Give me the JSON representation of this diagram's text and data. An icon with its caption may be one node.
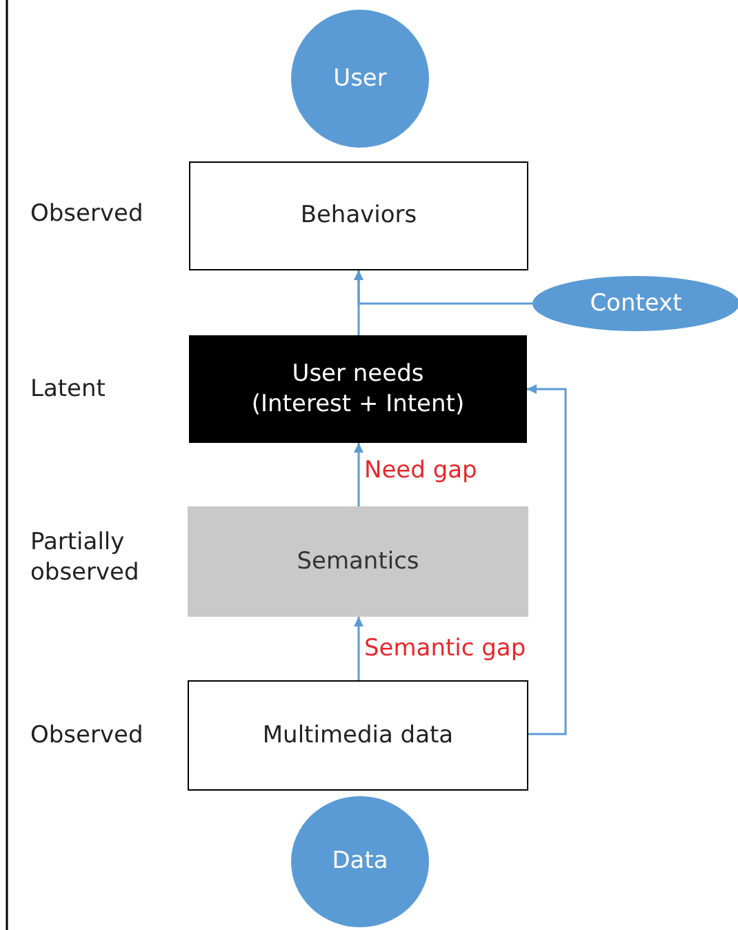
{
  "diagram": {
    "nodes": [
      {
        "text": [
          "User"
        ]
      },
      {
        "text": [
          "Behaviors"
        ]
      },
      {
        "text": [
          "Context"
        ]
      },
      {
        "text": [
          "User needs (Interest + Intent)"
        ]
      },
      {
        "text": [
          "Semantics"
        ]
      },
      {
        "text": [
          "Multimedia data"
        ]
      },
      {
        "text": [
          "Data"
        ]
      }
    ],
    "edges": [
      {
        "from": 3,
        "to": 1,
        "arrow": "to"
      },
      {
        "from": 2,
        "to": 1,
        "arrow": "to"
      },
      {
        "from": 4,
        "to": 3,
        "arrow": "to",
        "label": "Need gap"
      },
      {
        "from": 5,
        "to": 4,
        "arrow": "to",
        "label": "Semantic gap"
      },
      {
        "from": 5,
        "to": 3,
        "arrow": "to"
      }
    ],
    "labels": [
      "Observed",
      "Latent",
      "Partially observed",
      "Observed"
    ]
  }
}
